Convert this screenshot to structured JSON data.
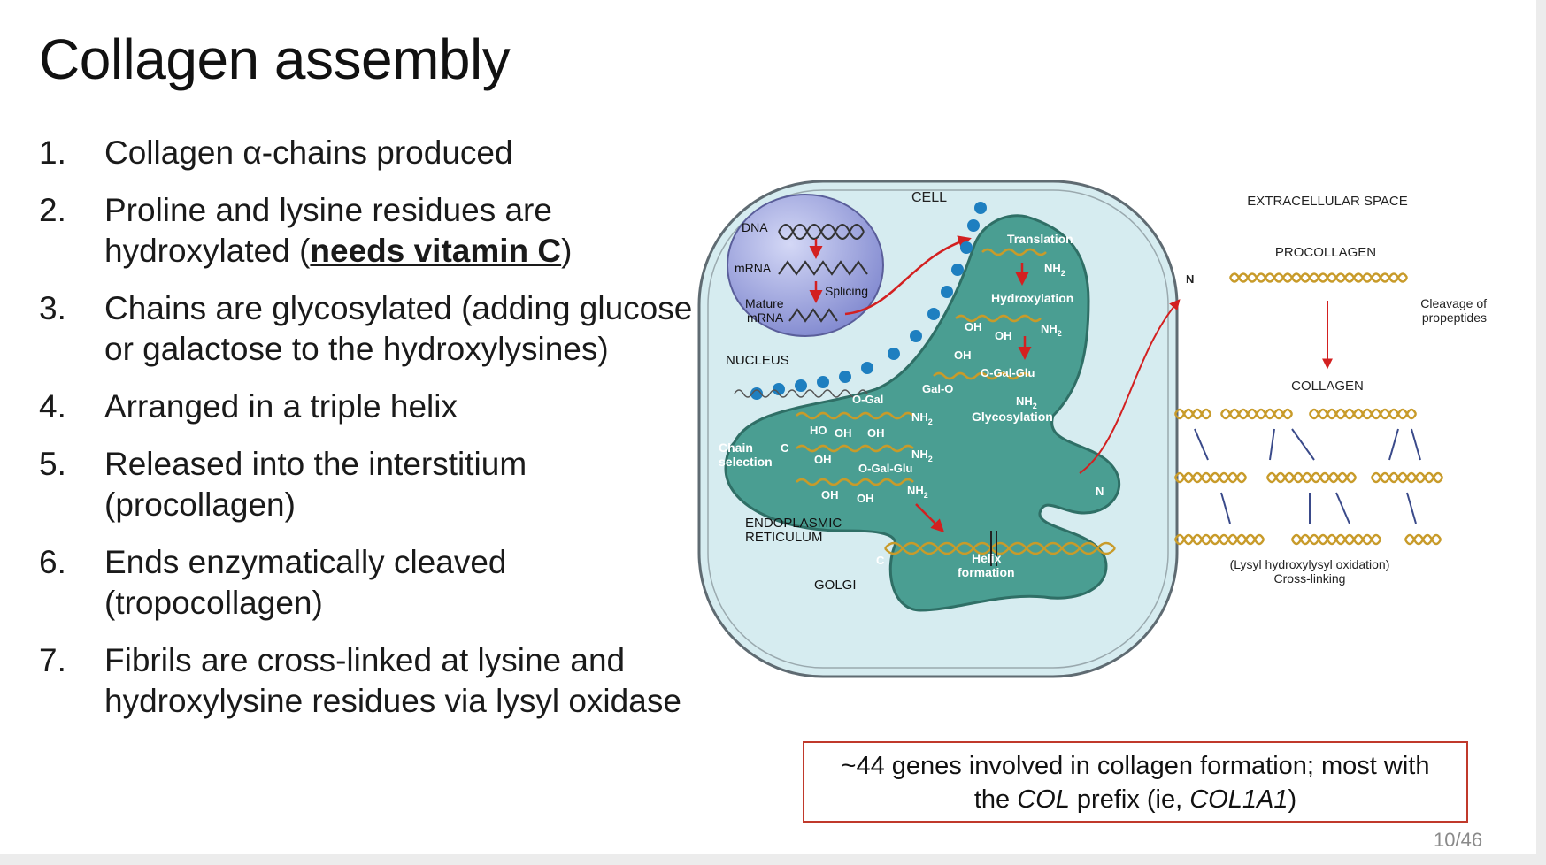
{
  "slide": {
    "title": "Collagen assembly",
    "page_number": "10/46"
  },
  "steps": [
    {
      "num": "1.",
      "text": "Collagen α-chains produced"
    },
    {
      "num": "2.",
      "pre": "Proline and lysine residues are hydroxylated (",
      "em": "needs vitamin C",
      "post": ")"
    },
    {
      "num": "3.",
      "text": "Chains are glycosylated (adding glucose or galactose to the hydroxylysines)"
    },
    {
      "num": "4.",
      "text": "Arranged in a triple helix"
    },
    {
      "num": "5.",
      "text": "Released into the interstitium (procollagen)"
    },
    {
      "num": "6.",
      "text": "Ends enzymatically cleaved (tropocollagen)"
    },
    {
      "num": "7.",
      "text": "Fibrils are cross-linked at lysine and hydroxylysine residues via lysyl oxidase"
    }
  ],
  "callout": {
    "line1": "~44 genes involved in collagen formation; most with",
    "line2_pre": "the ",
    "line2_italic1": "COL",
    "line2_mid": " prefix (ie, ",
    "line2_italic2": "COL1A1",
    "line2_post": ")"
  },
  "figure": {
    "cell": "CELL",
    "nucleus": "NUCLEUS",
    "dna": "DNA",
    "mrna": "mRNA",
    "splicing": "Splicing",
    "mature_mrna_1": "Mature",
    "mature_mrna_2": "mRNA",
    "translation": "Translation",
    "hydroxylation": "Hydroxylation",
    "glycosylation": "Glycosylation",
    "o_gal_glu": "O-Gal-Glu",
    "o_gal": "O-Gal",
    "gal_o": "Gal-O",
    "oh": "OH",
    "ho": "HO",
    "nh2": "NH",
    "sub2": "2",
    "chain_selection_1": "Chain",
    "chain_selection_2": "selection",
    "c_label": "C",
    "n_label": "N",
    "er_1": "ENDOPLASMIC",
    "er_2": "RETICULUM",
    "golgi": "GOLGI",
    "helix_formation_1": "Helix",
    "helix_formation_2": "formation",
    "extracellular": "EXTRACELLULAR SPACE",
    "procollagen": "PROCOLLAGEN",
    "cleavage_1": "Cleavage of",
    "cleavage_2": "propeptides",
    "collagen": "COLLAGEN",
    "crosslink_1": "(Lysyl hydroxylysyl oxidation)",
    "crosslink_2": "Cross-linking"
  },
  "colors": {
    "cell_fill": "#d6ecf0",
    "er_fill": "#4a9e92",
    "nucleus_fill": "#9aa0dd",
    "chain_gold": "#c89b2a",
    "arrow_red": "#d32020",
    "ribosome_blue": "#1e7fc0",
    "callout_border": "#c0392b"
  }
}
